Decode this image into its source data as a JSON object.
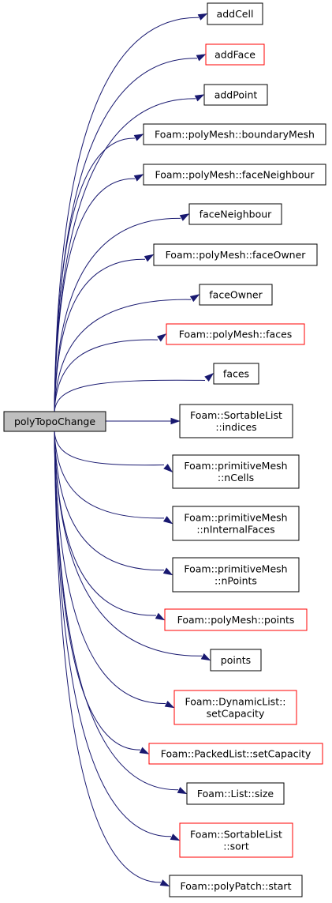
{
  "colors": {
    "edge": "#191970",
    "source_fill": "#bfbfbf",
    "node_fill": "#ffffff",
    "node_border": "#000000",
    "incomplete_border": "#ff0000"
  },
  "source": {
    "label": "polyTopoChange"
  },
  "targets": [
    {
      "lines": [
        "addCell"
      ],
      "incomplete": false
    },
    {
      "lines": [
        "addFace"
      ],
      "incomplete": true
    },
    {
      "lines": [
        "addPoint"
      ],
      "incomplete": false
    },
    {
      "lines": [
        "Foam::polyMesh::boundaryMesh"
      ],
      "incomplete": false
    },
    {
      "lines": [
        "Foam::polyMesh::faceNeighbour"
      ],
      "incomplete": false
    },
    {
      "lines": [
        "faceNeighbour"
      ],
      "incomplete": false
    },
    {
      "lines": [
        "Foam::polyMesh::faceOwner"
      ],
      "incomplete": false
    },
    {
      "lines": [
        "faceOwner"
      ],
      "incomplete": false
    },
    {
      "lines": [
        "Foam::polyMesh::faces"
      ],
      "incomplete": true
    },
    {
      "lines": [
        "faces"
      ],
      "incomplete": false
    },
    {
      "lines": [
        "Foam::SortableList",
        "::indices"
      ],
      "incomplete": false
    },
    {
      "lines": [
        "Foam::primitiveMesh",
        "::nCells"
      ],
      "incomplete": false
    },
    {
      "lines": [
        "Foam::primitiveMesh",
        "::nInternalFaces"
      ],
      "incomplete": false
    },
    {
      "lines": [
        "Foam::primitiveMesh",
        "::nPoints"
      ],
      "incomplete": false
    },
    {
      "lines": [
        "Foam::polyMesh::points"
      ],
      "incomplete": true
    },
    {
      "lines": [
        "points"
      ],
      "incomplete": false
    },
    {
      "lines": [
        "Foam::DynamicList::",
        "setCapacity"
      ],
      "incomplete": true
    },
    {
      "lines": [
        "Foam::PackedList::setCapacity"
      ],
      "incomplete": true
    },
    {
      "lines": [
        "Foam::List::size"
      ],
      "incomplete": false
    },
    {
      "lines": [
        "Foam::SortableList",
        "::sort"
      ],
      "incomplete": true
    },
    {
      "lines": [
        "Foam::polyPatch::start"
      ],
      "incomplete": false
    }
  ]
}
